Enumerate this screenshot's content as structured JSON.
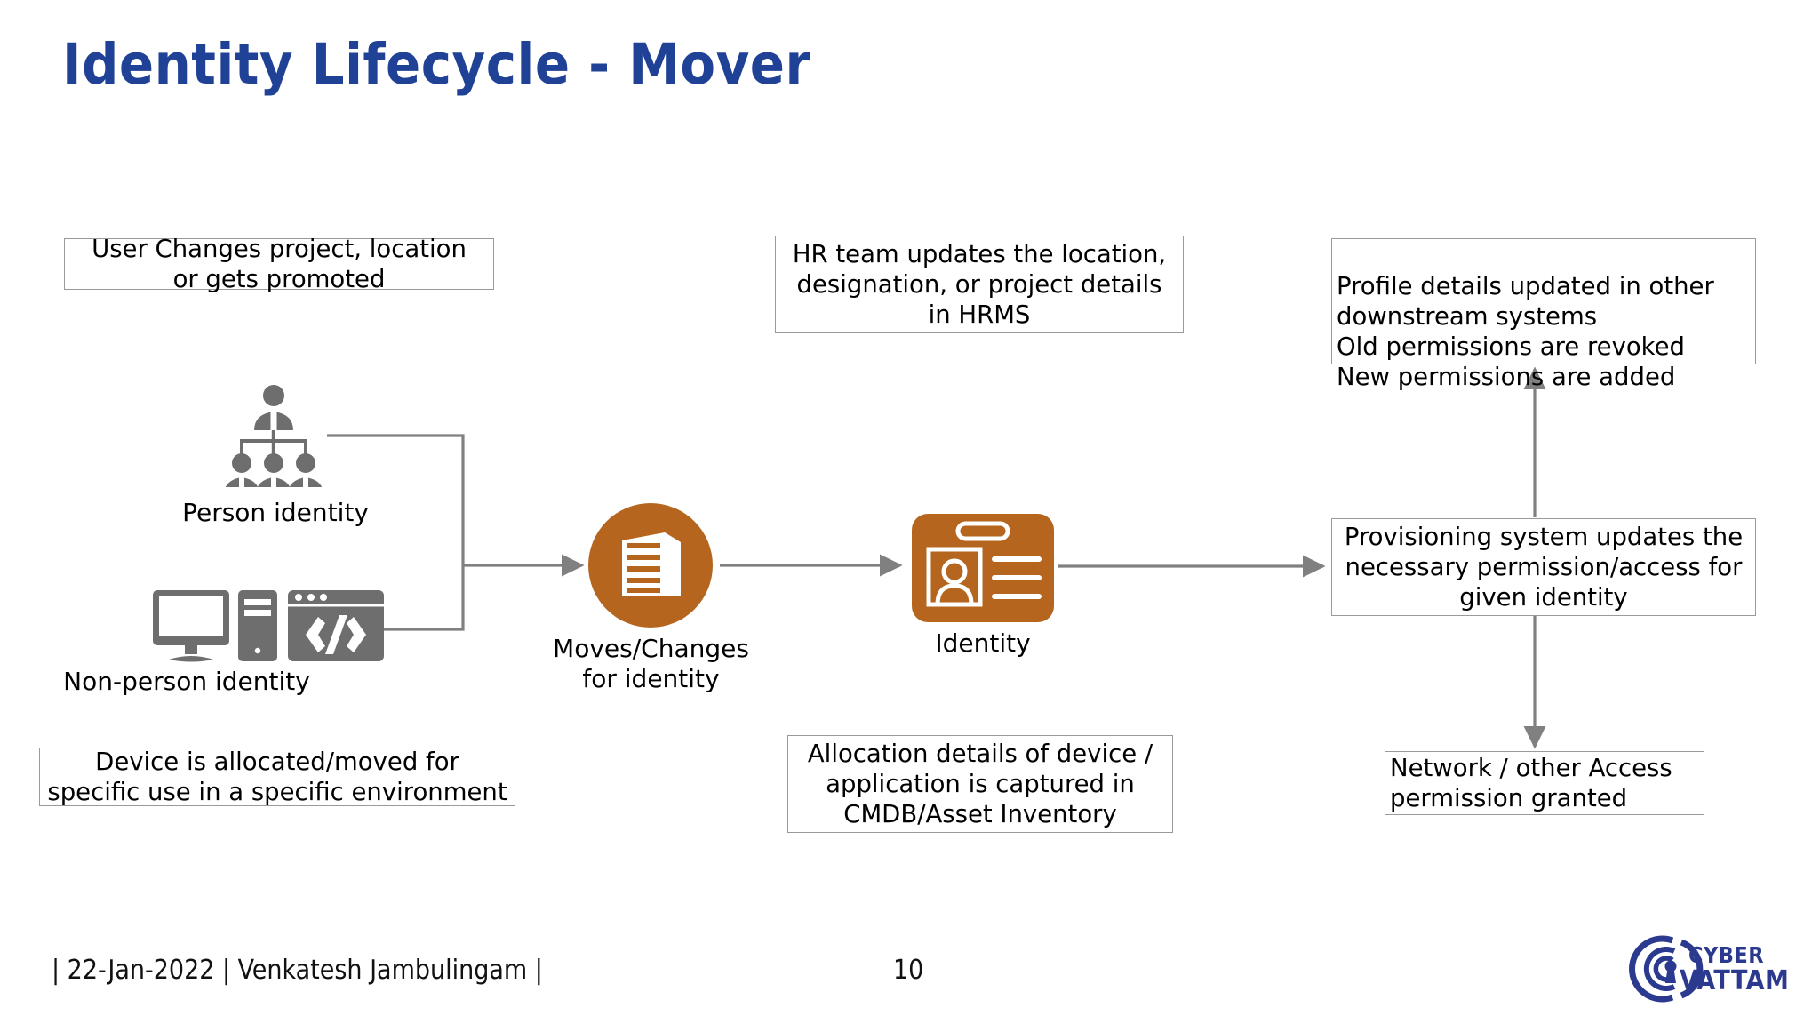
{
  "slide": {
    "title": "Identity Lifecycle - Mover",
    "title_color": "#1F4196",
    "accent_color": "#B5651D",
    "icon_gray": "#6e6e6e",
    "connector_gray": "#808080",
    "background": "#ffffff"
  },
  "boxes": {
    "user_changes": "User Changes project, location\nor gets promoted",
    "hr_updates": "HR team updates the location,\ndesignation, or project details\nin HRMS",
    "profile_updated": "Profile details updated in other\ndownstream systems\nOld permissions are revoked\nNew permissions are added",
    "provisioning": "Provisioning system updates the\nnecessary permission/access for\ngiven identity",
    "network_access": "Network / other Access\npermission granted",
    "device_allocated": "Device is allocated/moved for\nspecific use in a specific environment",
    "allocation_details": "Allocation details of device /\napplication is captured in\nCMDB/Asset Inventory"
  },
  "labels": {
    "person_identity": "Person identity",
    "non_person_identity": "Non-person identity",
    "moves_changes": "Moves/Changes\nfor identity",
    "identity": "Identity"
  },
  "icons": {
    "person_identity": "org-chart-people-icon",
    "non_person_identity": "desktop-server-code-window-icon",
    "moves_changes": "office-building-circle-icon",
    "identity": "id-badge-icon",
    "logo": "cyber-vattam-logo"
  },
  "footer": {
    "credit": "| 22-Jan-2022 | Venkatesh Jambulingam |",
    "slide_number": "10",
    "logo_line1": "CYBER",
    "logo_line2": "VATTAM"
  }
}
